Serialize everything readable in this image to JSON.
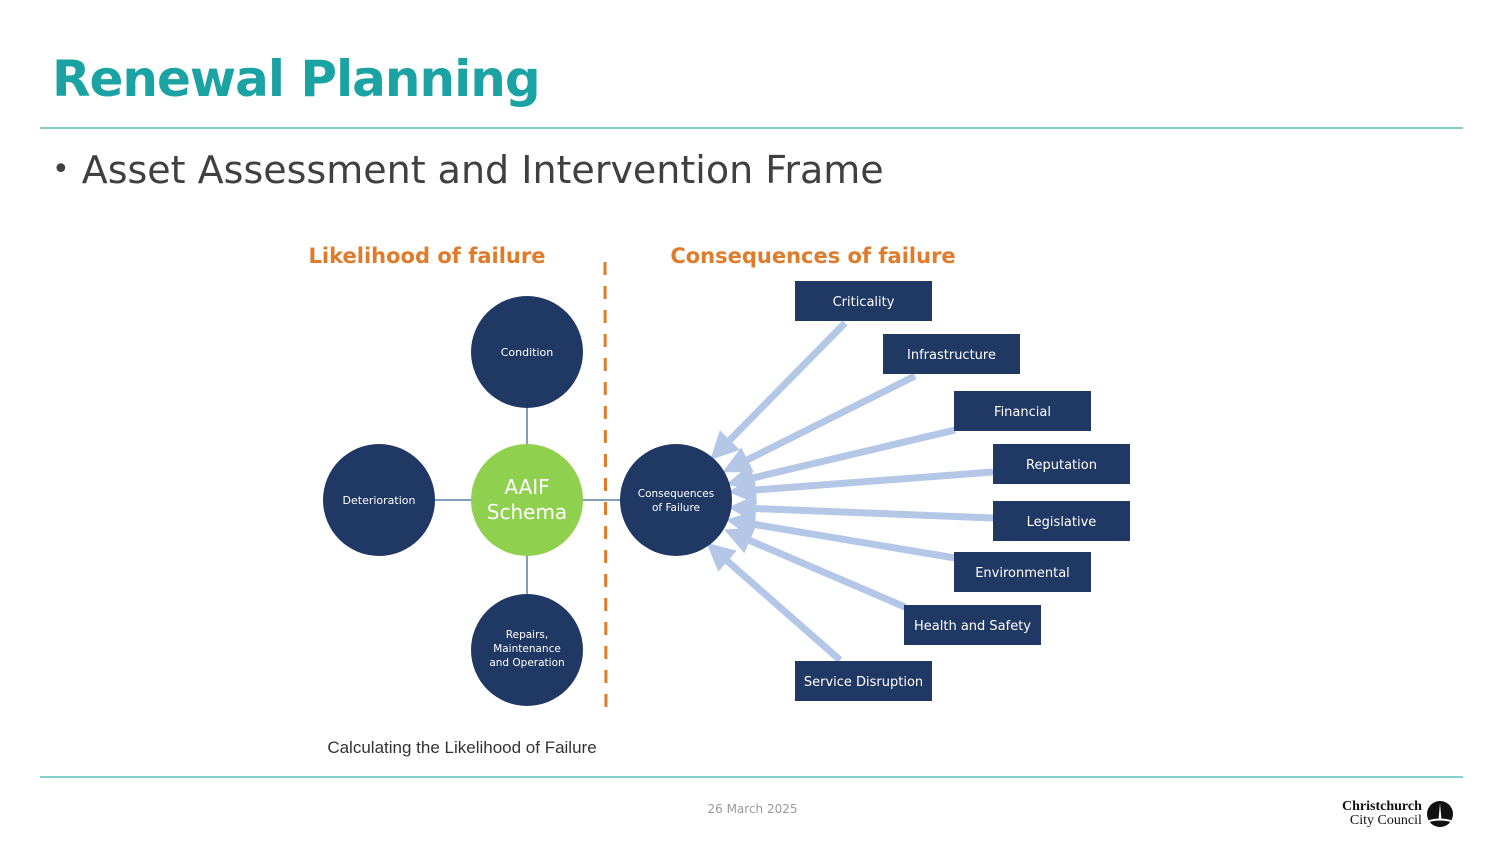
{
  "title": "Renewal Planning",
  "bullet": "Asset Assessment and Intervention Frame",
  "diagram": {
    "left_heading": "Likelihood of failure",
    "right_heading": "Consequences of failure",
    "center": [
      "AAIF",
      "Schema"
    ],
    "satellites": {
      "top": [
        "Condition"
      ],
      "left": [
        "Deterioration"
      ],
      "bottom": [
        "Repairs,",
        "Maintenance",
        "and Operation"
      ]
    },
    "consequence_node": [
      "Consequences",
      "of Failure"
    ],
    "factors": [
      "Criticality",
      "Infrastructure",
      "Financial",
      "Reputation",
      "Legislative",
      "Environmental",
      "Health and Safety",
      "Service Disruption"
    ],
    "caption": "Calculating the Likelihood of Failure",
    "colors": {
      "navy": "#1f3864",
      "green": "#8fd14f",
      "orange": "#e07b29",
      "arrow": "#b4c7e7",
      "teal": "#1ba3a3"
    }
  },
  "footer": {
    "date": "26 March 2025",
    "logo_line1": "Christchurch",
    "logo_line2": "City Council"
  }
}
